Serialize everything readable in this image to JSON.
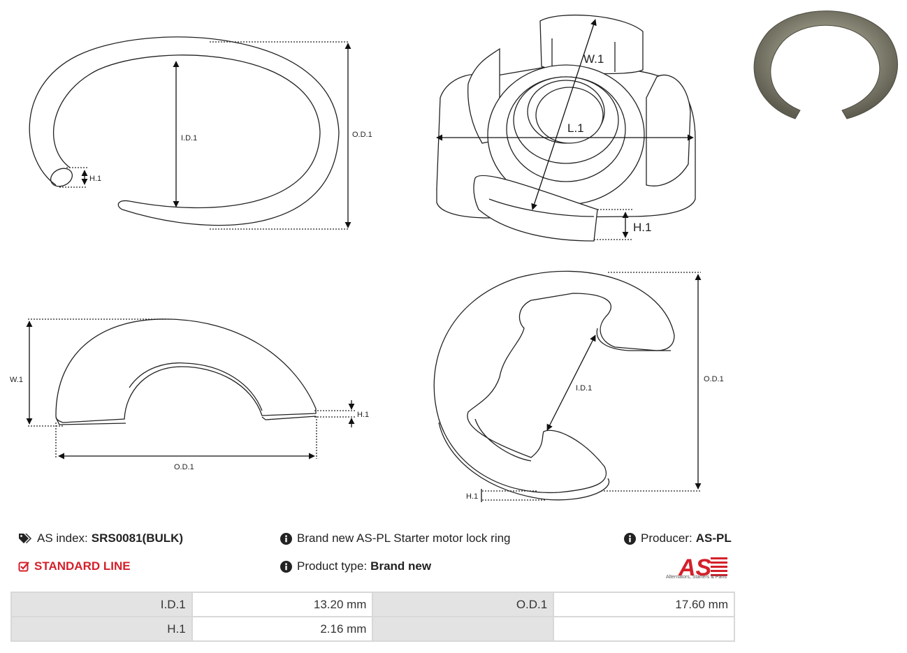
{
  "drawings": {
    "top_left": {
      "id": "I.D.1",
      "od": "O.D.1",
      "h": "H.1"
    },
    "top_center": {
      "w": "W.1",
      "l": "L.1",
      "h": "H.1"
    },
    "bottom_left": {
      "w": "W.1",
      "h": "H.1",
      "od": "O.D.1"
    },
    "bottom_center": {
      "id": "I.D.1",
      "od": "O.D.1",
      "h": "H.1"
    }
  },
  "info": {
    "as_index_label": "AS index:",
    "as_index_value": "SRS0081(BULK)",
    "standard_line": "STANDARD LINE",
    "description": "Brand new AS-PL Starter motor lock ring",
    "product_type_label": "Product type:",
    "product_type_value": "Brand new",
    "producer_label": "Producer:",
    "producer_value": "AS-PL"
  },
  "logo": {
    "text": "AS",
    "tagline": "Alternators, Starters & Parts"
  },
  "specs": [
    {
      "k1": "I.D.1",
      "v1": "13.20 mm",
      "k2": "O.D.1",
      "v2": "17.60 mm"
    },
    {
      "k1": "H.1",
      "v1": "2.16 mm",
      "k2": "",
      "v2": ""
    }
  ],
  "colors": {
    "accent": "#d4202a",
    "table_header": "#e3e3e3",
    "ring_photo": "#8a8877"
  }
}
